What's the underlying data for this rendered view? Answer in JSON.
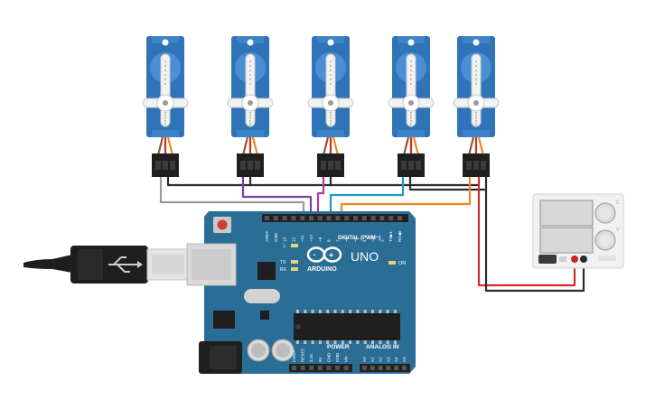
{
  "board": {
    "brand": "ARDUINO",
    "model": "UNO",
    "digital_label": "DIGITAL (PWM~)",
    "power_label": "POWER",
    "analog_label": "ANALOG IN",
    "on_label": "ON",
    "l_label": "L",
    "tx_label": "TX",
    "rx_label": "RX",
    "top_pins": [
      "AREF",
      "GND",
      "13",
      "12",
      "~11",
      "~10",
      "~9",
      "8",
      "7",
      "~6",
      "~5",
      "4",
      "~3",
      "2",
      "TX▶1",
      "RX◀0"
    ],
    "power_pins": [
      "IOREF",
      "RESET",
      "3.3V",
      "5V",
      "GND",
      "GND",
      "Vin"
    ],
    "analog_pins": [
      "A0",
      "A1",
      "A2",
      "A3",
      "A4",
      "A5"
    ]
  },
  "servos": [
    {
      "id": "servo-1",
      "signal_pin": "~11"
    },
    {
      "id": "servo-2",
      "signal_pin": "~10"
    },
    {
      "id": "servo-3",
      "signal_pin": "~9"
    },
    {
      "id": "servo-4",
      "signal_pin": "8"
    },
    {
      "id": "servo-5",
      "signal_pin": "7"
    }
  ],
  "colors": {
    "board": "#2a6e96",
    "servo_body": "#2f73b8",
    "wire_black": "#2b2b2b",
    "wire_red": "#d42a2a",
    "wire_gray": "#9a9a9a",
    "wire_purple": "#7b3fa0",
    "wire_magenta": "#b2399a",
    "wire_cyan": "#1d9bc2",
    "wire_orange": "#e98a1c"
  },
  "power_supply": {
    "knob_labels": [
      "C",
      "V"
    ]
  }
}
